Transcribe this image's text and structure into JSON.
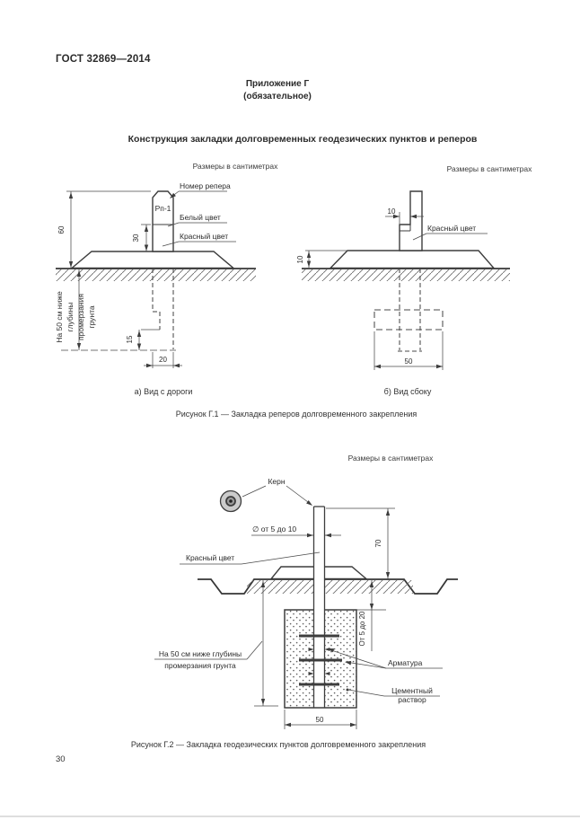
{
  "page": {
    "standard_code": "ГОСТ 32869—2014",
    "annex_heading": "Приложение Г",
    "annex_kind": "(обязательное)",
    "section_title": "Конструкция закладки долговременных геодезических пунктов и реперов",
    "page_number": "30"
  },
  "figure1": {
    "units_left": "Размеры в сантиметрах",
    "units_right": "Размеры в сантиметрах",
    "caption": "Рисунок Г.1 — Закладка реперов долговременного закрепления",
    "view_a": {
      "caption": "а) Вид с дороги",
      "label_marker_number": "Номер репера",
      "marker_id": "Рп-1",
      "label_white": "Белый цвет",
      "label_red": "Красный цвет",
      "dim_total_height": "60",
      "dim_red_height": "30",
      "dim_anchor_height": "15",
      "dim_anchor_width": "20",
      "frost_note_lines": [
        "На 50 см ниже",
        "глубины",
        "промерзания",
        "грунта"
      ]
    },
    "view_b": {
      "caption": "б) Вид сбоку",
      "dim_step_width": "10",
      "label_red": "Красный цвет",
      "dim_base_height": "10",
      "dim_footing_width": "50"
    }
  },
  "figure2": {
    "units": "Размеры в сантиметрах",
    "caption": "Рисунок Г.2 — Закладка геодезических пунктов долговременного закрепления",
    "label_core": "Керн",
    "dim_diameter": "∅ от 5 до 10",
    "label_red": "Красный цвет",
    "dim_above_ground": "70",
    "dim_embed": "От 5 до 20",
    "label_rebar": "Арматура",
    "label_cement_line1": "Цементный",
    "label_cement_line2": "раствор",
    "frost_note_line1": "На 50 см ниже глубины",
    "frost_note_line2": "промерзания грунта",
    "dim_footing_width": "50"
  }
}
